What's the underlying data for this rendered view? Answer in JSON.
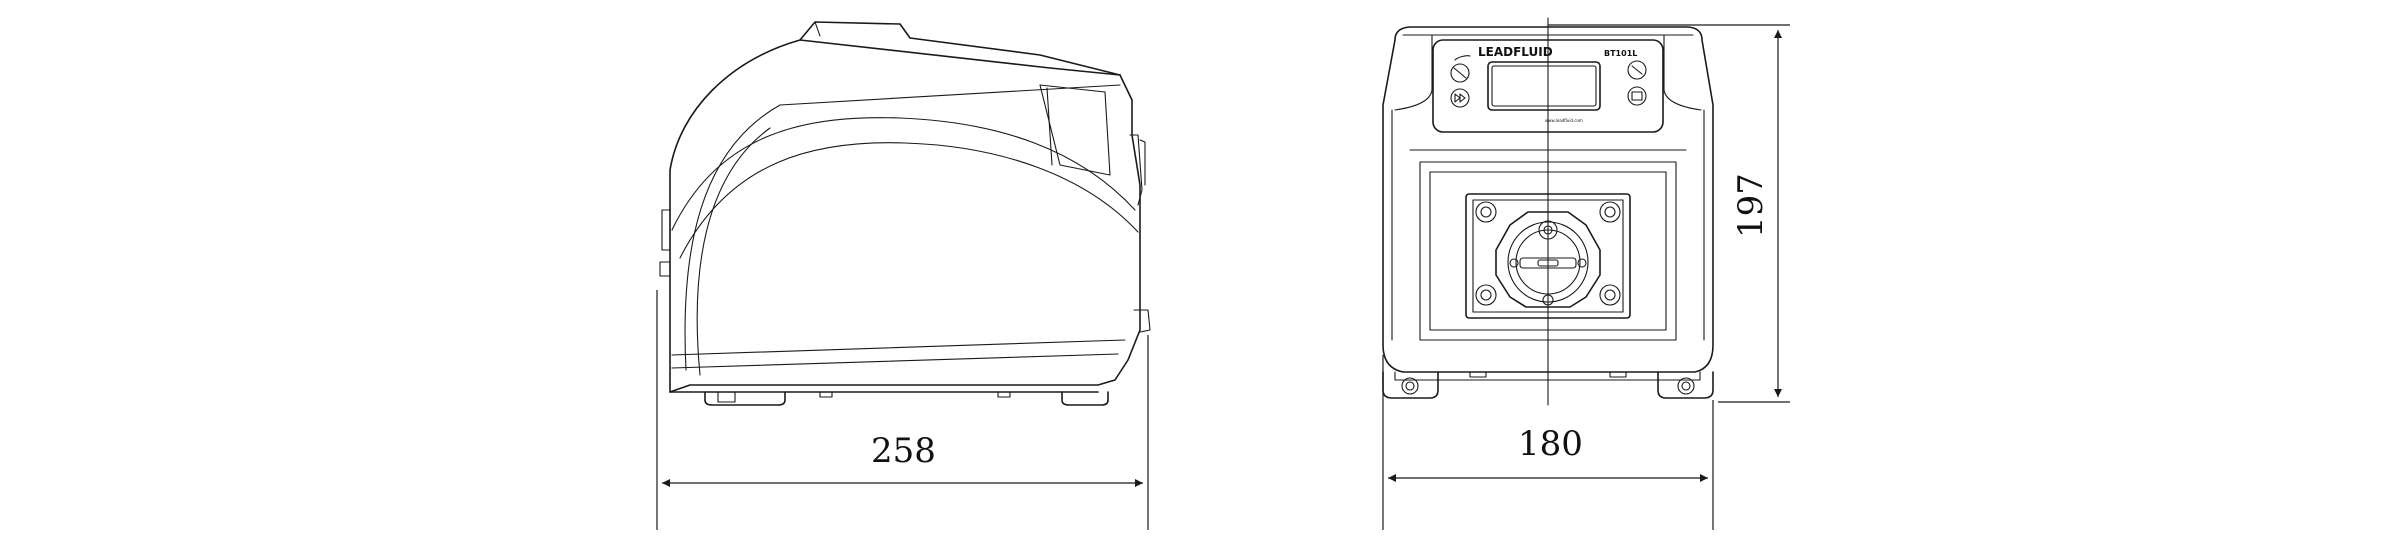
{
  "drawing": {
    "side_view": {
      "width_dimension": "258"
    },
    "front_view": {
      "width_dimension": "180",
      "height_dimension": "197",
      "brand_label": "LEADFLUID",
      "model_label": "BT101L",
      "website_label": "www.leadfluid.com"
    }
  }
}
